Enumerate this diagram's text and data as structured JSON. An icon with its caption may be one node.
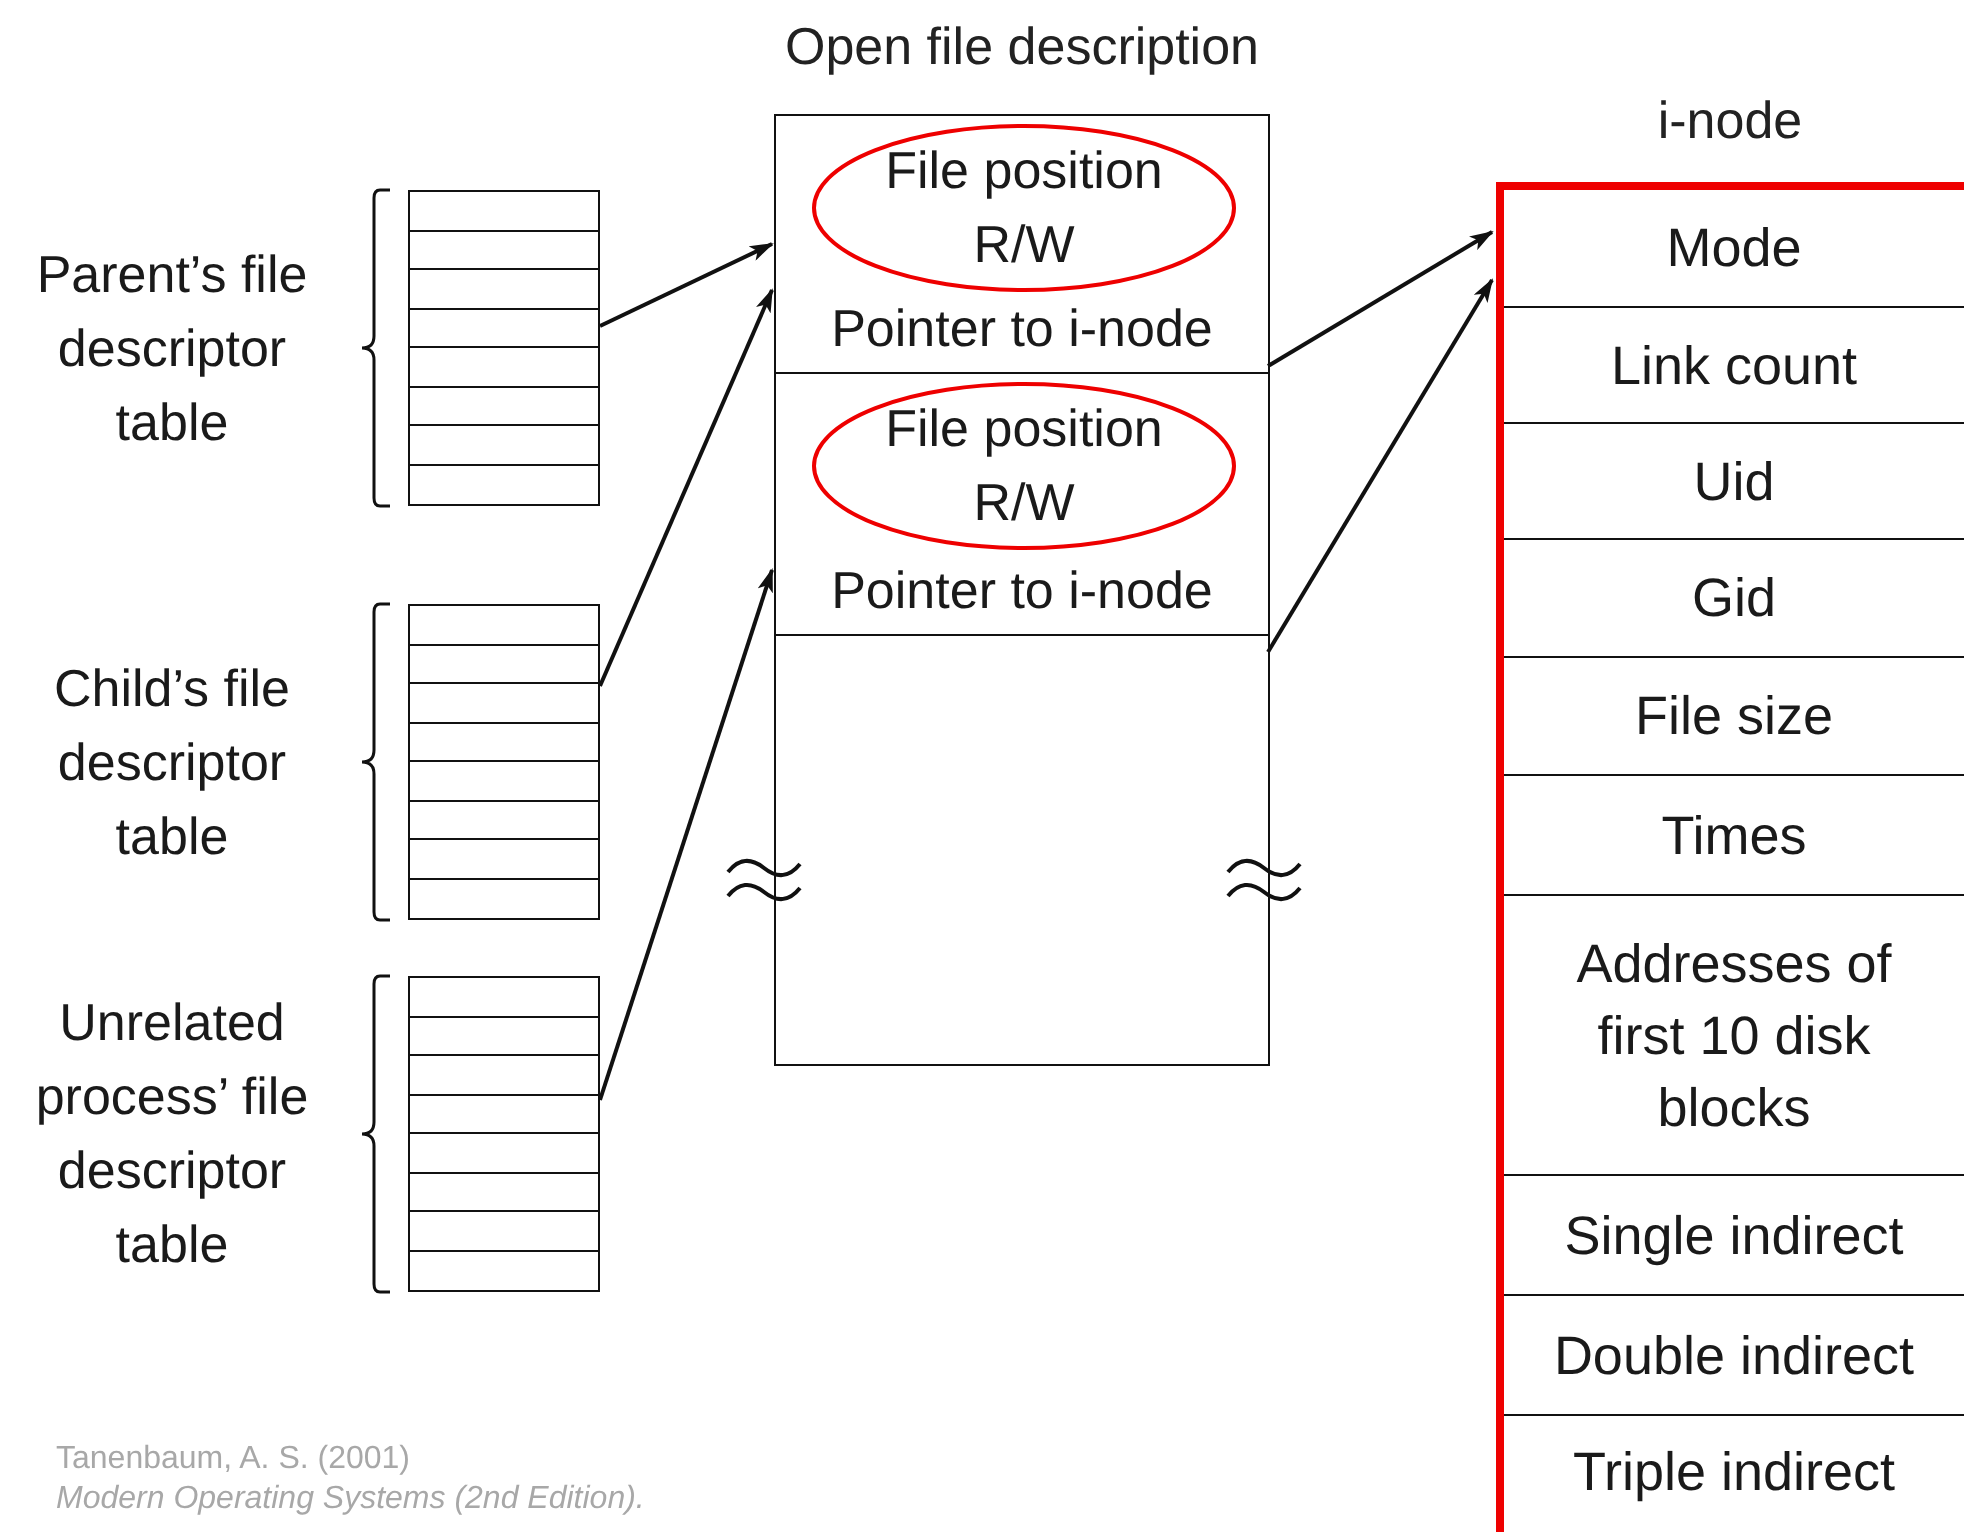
{
  "diagram": {
    "nodes": [
      {
        "text": [
          "Parent’s file descriptor table"
        ]
      },
      {
        "text": [
          "Child’s file descriptor table"
        ]
      },
      {
        "text": [
          "Unrelated process’ file descriptor table"
        ]
      },
      {
        "text": [
          "Open file description"
        ]
      },
      {
        "text": [
          "Pointer to i-node"
        ],
        "in": 3
      },
      {
        "text": [
          "File position R/W"
        ],
        "in": 4
      },
      {
        "text": [
          "Pointer to i-node"
        ],
        "in": 3
      },
      {
        "text": [
          "File position R/W"
        ],
        "in": 6
      },
      {
        "text": [
          "i-node"
        ]
      },
      {
        "text": [
          "Mode"
        ],
        "in": 8
      },
      {
        "text": [
          "Link count"
        ],
        "in": 8
      },
      {
        "text": [
          "Uid"
        ],
        "in": 8
      },
      {
        "text": [
          "Gid"
        ],
        "in": 8
      },
      {
        "text": [
          "File size"
        ],
        "in": 8
      },
      {
        "text": [
          "Times"
        ],
        "in": 8
      },
      {
        "text": [
          "Addresses of first 10 disk blocks"
        ],
        "in": 8
      },
      {
        "text": [
          "Single indirect"
        ],
        "in": 8
      },
      {
        "text": [
          "Double indirect"
        ],
        "in": 8
      },
      {
        "text": [
          "Triple indirect"
        ],
        "in": 8
      }
    ],
    "edges": [
      {
        "from": 0,
        "to": 4,
        "arrow": "to"
      },
      {
        "from": 1,
        "to": 4,
        "arrow": "to"
      },
      {
        "from": 2,
        "to": 6,
        "arrow": "to"
      },
      {
        "from": 4,
        "to": 8,
        "arrow": "to"
      },
      {
        "from": 6,
        "to": 8,
        "arrow": "to"
      }
    ],
    "labels": [
      "Tanenbaum, A. S. (2001)",
      "Modern Operating Systems (2nd Edition)."
    ]
  }
}
